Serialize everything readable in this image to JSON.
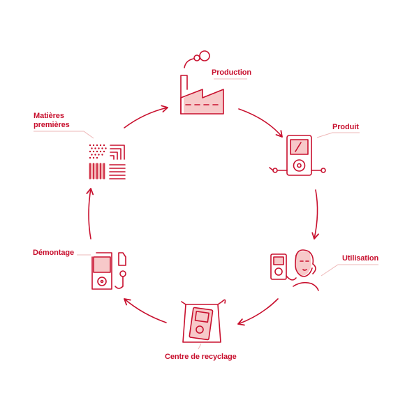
{
  "colors": {
    "primary": "#c8102e",
    "fill": "#f7c9c9",
    "leader": "#eeb8b8"
  },
  "stages": [
    {
      "label": "Production",
      "icon": "factory-icon"
    },
    {
      "label": "Produit",
      "icon": "music-player-icon"
    },
    {
      "label": "Utilisation",
      "icon": "person-with-player-icon"
    },
    {
      "label": "Centre de recyclage",
      "icon": "recycling-bag-icon"
    },
    {
      "label": "Démontage",
      "icon": "disassembled-player-icon"
    },
    {
      "label": "Matières\npremières",
      "label_lines": [
        "Matières",
        "premières"
      ],
      "icon": "raw-materials-icon"
    }
  ]
}
